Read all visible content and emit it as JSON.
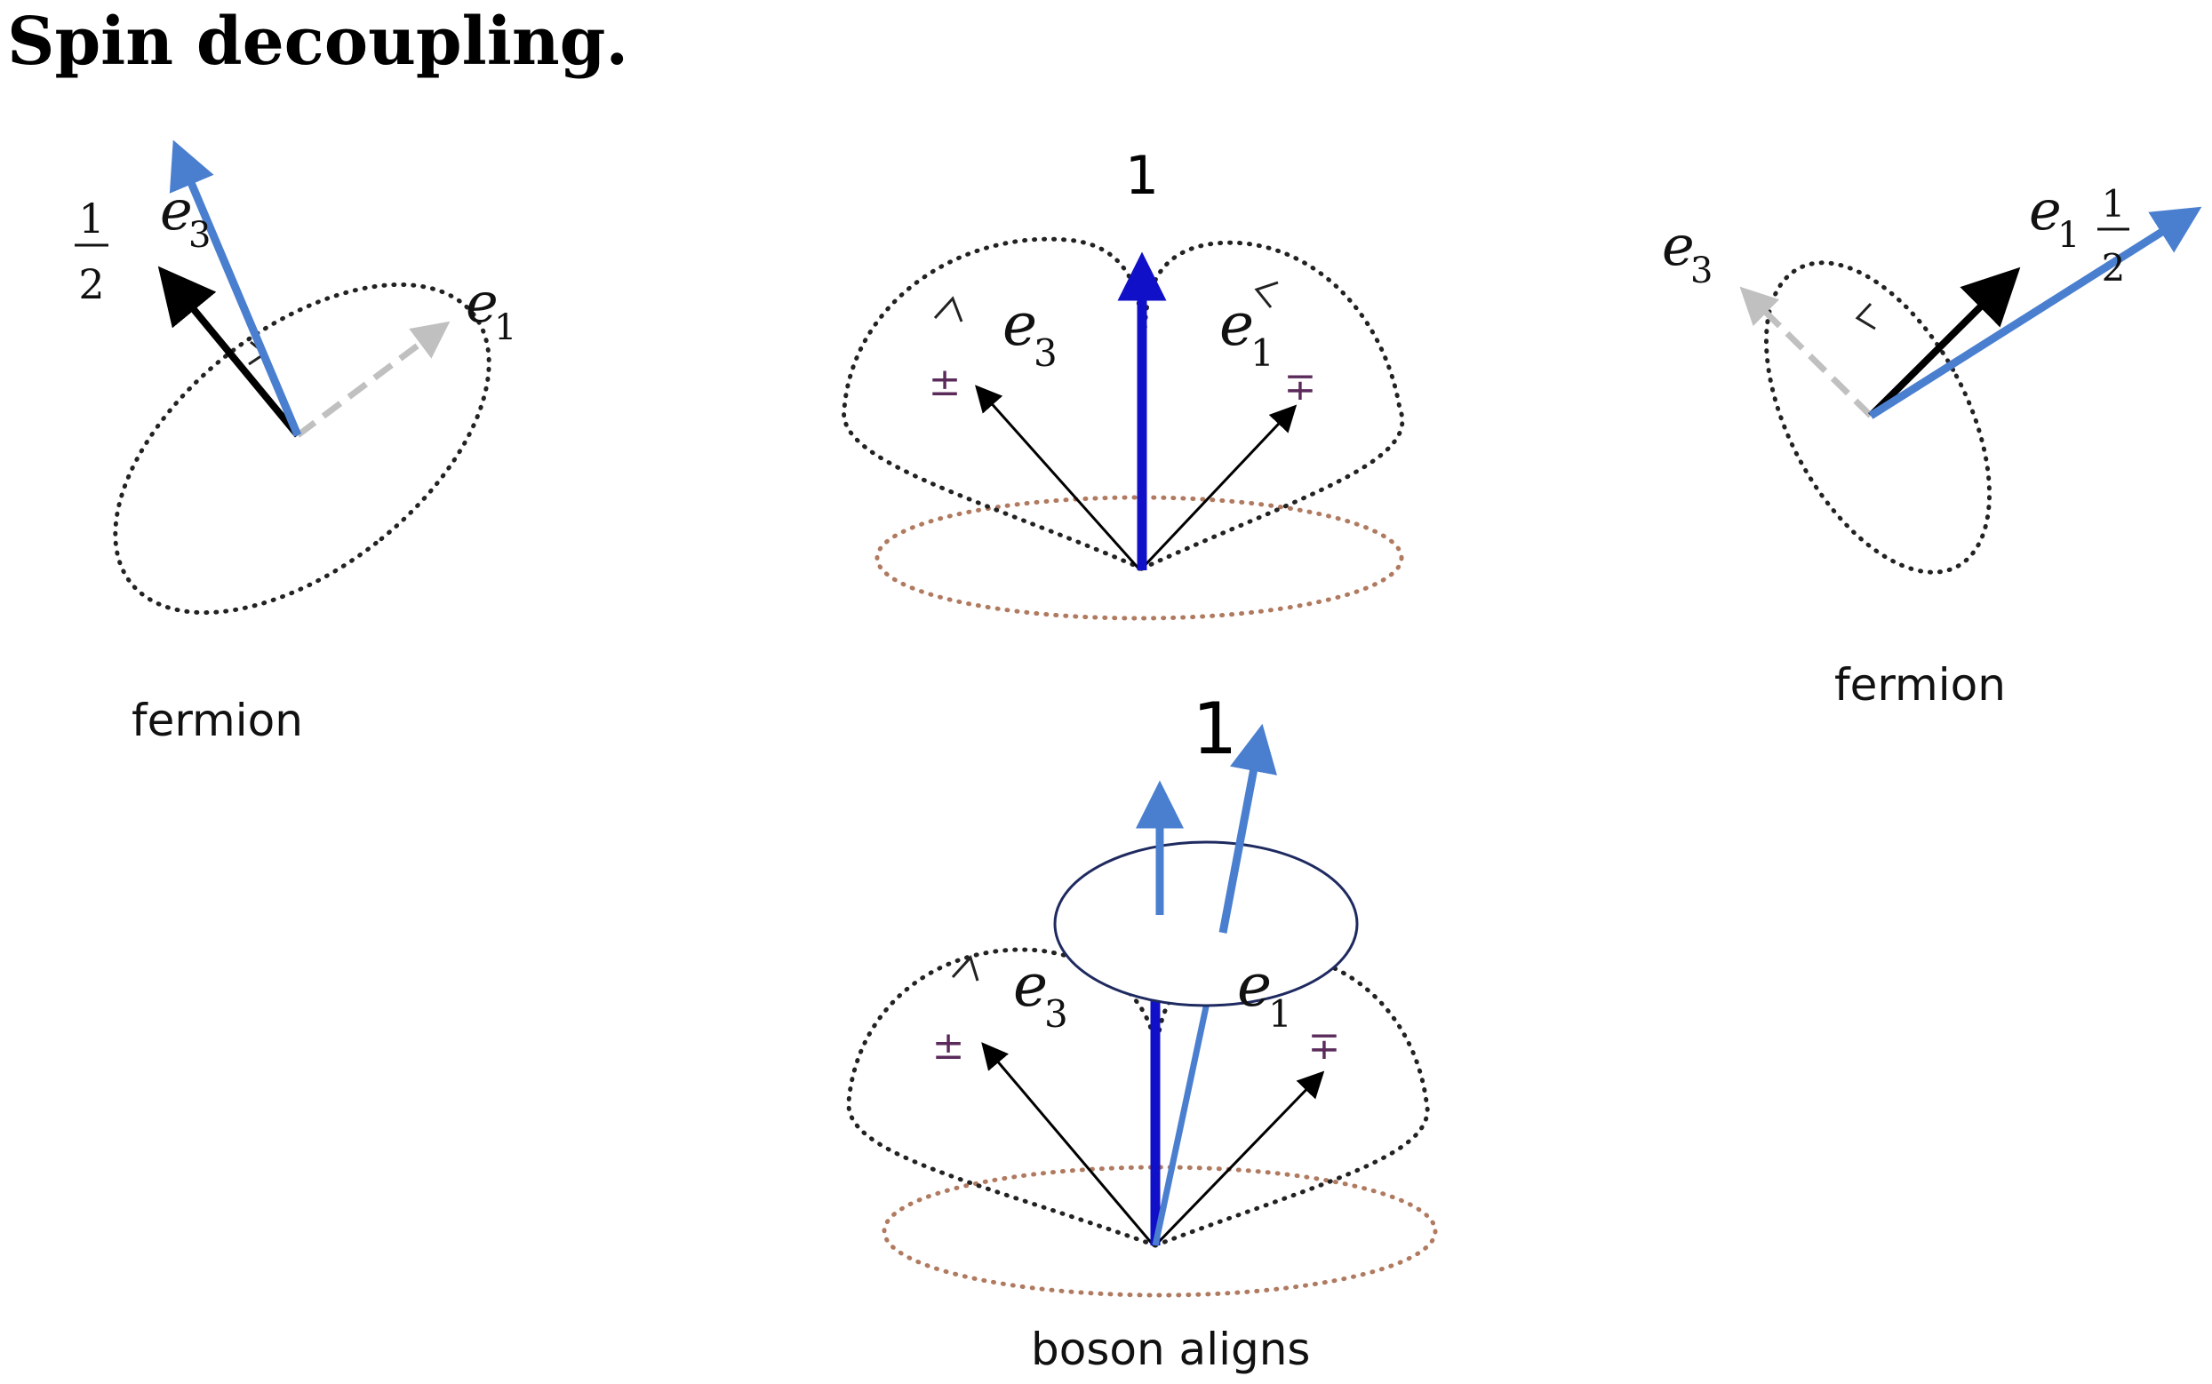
{
  "title": "Spin decoupling.",
  "captions": {
    "left": "fermion",
    "right": "fermion",
    "bottom": "boson aligns"
  },
  "labels": {
    "left_half_num": "1",
    "left_half_den": "2",
    "left_e3": "e",
    "left_e3_sub": "3",
    "left_e1": "e",
    "left_e1_sub": "1",
    "top_one": "1",
    "top_e3": "e",
    "top_e3_sub": "3",
    "top_e1": "e",
    "top_e1_sub": "1",
    "top_pm": "±",
    "top_mp": "∓",
    "right_e3": "e",
    "right_e3_sub": "3",
    "right_e1": "e",
    "right_e1_sub": "1",
    "right_half_num": "1",
    "right_half_den": "2",
    "bottom_one": "1",
    "bottom_e3": "e",
    "bottom_e3_sub": "3",
    "bottom_e1": "e",
    "bottom_e1_sub": "1",
    "bottom_pm": "±",
    "bottom_mp": "∓"
  },
  "colors": {
    "spin_blue": "#4a7fd0",
    "axis_blue": "#1010c8",
    "dashed_gray": "#c0c0c0",
    "dotted_black": "#222222",
    "dotted_brown": "#b07a60",
    "ellipse_edge": "#1e2a60"
  }
}
